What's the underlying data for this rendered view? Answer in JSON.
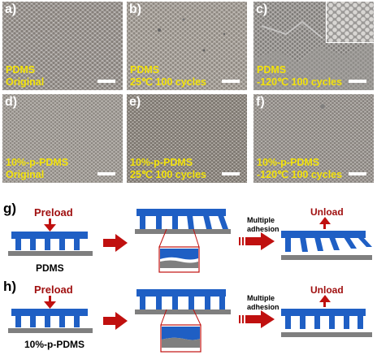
{
  "panels": [
    {
      "letter": "a)",
      "line1": "PDMS",
      "line2": "Original"
    },
    {
      "letter": "b)",
      "line1": "PDMS",
      "line2": "25℃  100 cycles"
    },
    {
      "letter": "c)",
      "line1": "PDMS",
      "line2": "-120℃  100 cycles"
    },
    {
      "letter": "d)",
      "line1": "10%-p-PDMS",
      "line2": "Original"
    },
    {
      "letter": "e)",
      "line1": "10%-p-PDMS",
      "line2": "25℃  100 cycles"
    },
    {
      "letter": "f)",
      "line1": "10%-p-PDMS",
      "line2": "-120℃  100 cycles"
    }
  ],
  "schematic_g": {
    "letter": "g)",
    "preload": "Preload",
    "material": "PDMS",
    "multiple_line1": "Multiple",
    "multiple_line2": "adhesion",
    "unload": "Unload"
  },
  "schematic_h": {
    "letter": "h)",
    "preload": "Preload",
    "material": "10%-p-PDMS",
    "multiple_line1": "Multiple",
    "multiple_line2": "adhesion",
    "unload": "Unload"
  },
  "colors": {
    "pillar_blue": "#1f5fc4",
    "substrate_gray": "#7f7f7f",
    "arrow_red": "#c0100f",
    "label_yellow": "#f2e20a",
    "label_dark_red": "#a01010"
  }
}
